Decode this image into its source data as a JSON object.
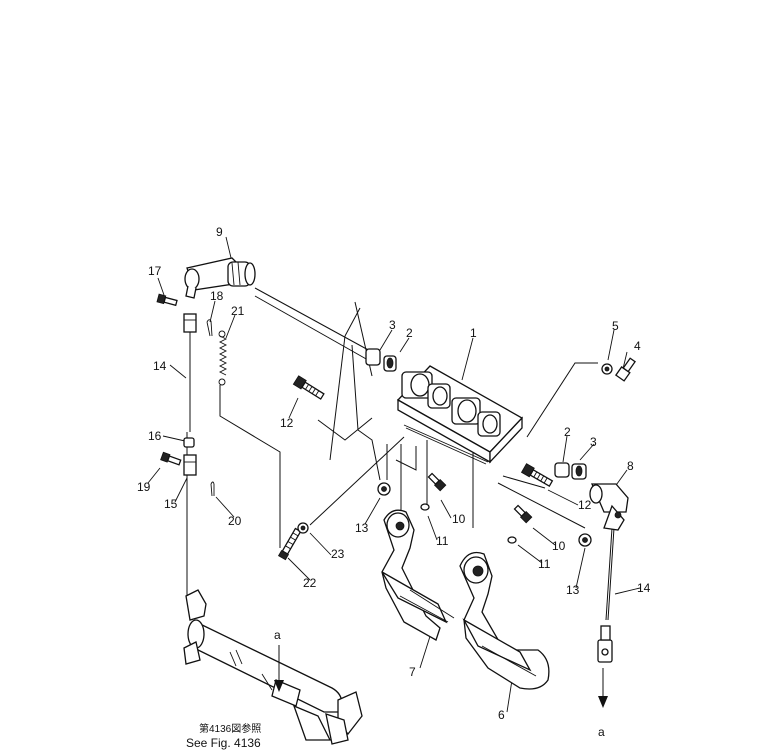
{
  "callouts": [
    "1",
    "2",
    "3",
    "4",
    "5",
    "2",
    "3",
    "8",
    "9",
    "17",
    "18",
    "21",
    "14",
    "16",
    "19",
    "15",
    "20",
    "12",
    "12",
    "13",
    "10",
    "11",
    "10",
    "11",
    "13",
    "14",
    "22",
    "23",
    "7",
    "6"
  ],
  "caption": {
    "jp": "第4136図参照",
    "en": "See Fig. 4136"
  },
  "connector_markers": [
    "a",
    "a"
  ]
}
